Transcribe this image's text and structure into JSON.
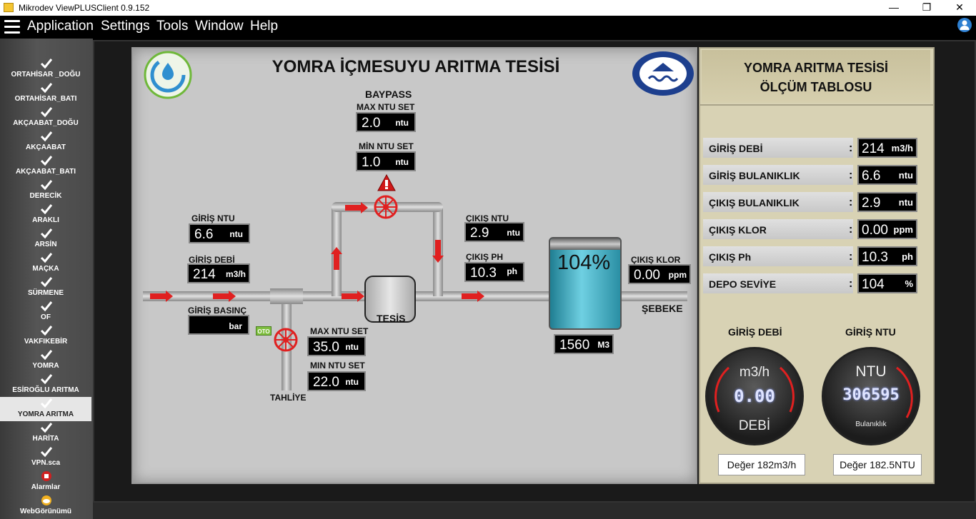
{
  "window": {
    "title": "Mikrodev ViewPLUSClient 0.9.152",
    "minimize": "—",
    "restore": "❐",
    "close": "✕"
  },
  "menu": {
    "items": [
      "Application",
      "Settings",
      "Tools",
      "Window",
      "Help"
    ]
  },
  "sidebar": {
    "items": [
      {
        "label": "ORTAHİSAR _DOĞU"
      },
      {
        "label": "ORTAHİSAR_BATI"
      },
      {
        "label": "AKÇAABAT_DOĞU"
      },
      {
        "label": "AKÇAABAT"
      },
      {
        "label": "AKÇAABAT_BATI"
      },
      {
        "label": "DERECİK"
      },
      {
        "label": "ARAKLI"
      },
      {
        "label": "ARSİN"
      },
      {
        "label": "MAÇKA"
      },
      {
        "label": "SÜRMENE"
      },
      {
        "label": "OF"
      },
      {
        "label": "VAKFIKEBİR"
      },
      {
        "label": "YOMRA"
      },
      {
        "label": "ESİROĞLU ARITMA"
      },
      {
        "label": "YOMRA ARITMA"
      },
      {
        "label": "HARİTA"
      },
      {
        "label": "VPN.sca"
      },
      {
        "label": "Alarmlar"
      },
      {
        "label": "WebGörünümü"
      }
    ]
  },
  "diagram": {
    "title": "YOMRA İÇMESUYU ARITMA TESİSİ",
    "baypass": "BAYPASS",
    "max_ntu_set_label": "MAX NTU SET",
    "max_ntu_set_value": "2.0",
    "max_ntu_set_unit": "ntu",
    "min_ntu_set_label": "MİN NTU SET",
    "min_ntu_set_value": "1.0",
    "min_ntu_set_unit": "ntu",
    "giris_ntu_label": "GİRİŞ NTU",
    "giris_ntu_value": "6.6",
    "giris_ntu_unit": "ntu",
    "giris_debi_label": "GİRİŞ DEBİ",
    "giris_debi_value": "214",
    "giris_debi_unit": "m3/h",
    "giris_basinc_label": "GİRİŞ BASINÇ",
    "giris_basinc_value": "",
    "giris_basinc_unit": "bar",
    "cikis_ntu_label": "ÇIKIŞ NTU",
    "cikis_ntu_value": "2.9",
    "cikis_ntu_unit": "ntu",
    "cikis_ph_label": "ÇIKIŞ PH",
    "cikis_ph_value": "10.3",
    "cikis_ph_unit": "ph",
    "tesis_label": "TESİS",
    "tank_percent": "104%",
    "tank_volume_value": "1560",
    "tank_volume_unit": "M3",
    "cikis_klor_label": "ÇIKIŞ KLOR",
    "cikis_klor_value": "0.00",
    "cikis_klor_unit": "ppm",
    "sebeke_label": "ŞEBEKE",
    "oto_label": "OTO",
    "tahliye_max_label": "MAX NTU SET",
    "tahliye_max_value": "35.0",
    "tahliye_max_unit": "ntu",
    "tahliye_min_label": "MIN NTU SET",
    "tahliye_min_value": "22.0",
    "tahliye_min_unit": "ntu",
    "tahliye_label": "TAHLİYE"
  },
  "table": {
    "title_line1": "YOMRA ARITMA TESİSİ",
    "title_line2": "ÖLÇÜM TABLOSU",
    "rows": [
      {
        "label": "GİRİŞ DEBİ",
        "value": "214",
        "unit": "m3/h"
      },
      {
        "label": "GİRİŞ BULANIKLIK",
        "value": "6.6",
        "unit": "ntu"
      },
      {
        "label": "ÇIKIŞ BULANIKLIK",
        "value": "2.9",
        "unit": "ntu"
      },
      {
        "label": "ÇIKIŞ KLOR",
        "value": "0.00",
        "unit": "ppm"
      },
      {
        "label": "ÇIKIŞ Ph",
        "value": "10.3",
        "unit": "ph"
      },
      {
        "label": "DEPO SEVİYE",
        "value": "104",
        "unit": "%"
      }
    ],
    "colon": ":"
  },
  "gauges": [
    {
      "title": "GİRİŞ DEBİ",
      "unit": "m3/h",
      "digits": "0.00",
      "caption": "DEBİ",
      "value_text": "Değer 182m3/h"
    },
    {
      "title": "GİRİŞ NTU",
      "unit": "NTU",
      "digits": "306595",
      "caption": "Bulanıklık",
      "value_text": "Değer 182.5NTU"
    }
  ],
  "colors": {
    "accent_red": "#e02020",
    "water": "#3aa8c0",
    "panel_bg": "#c8c8c8",
    "table_bg": "#d8d2b4"
  }
}
